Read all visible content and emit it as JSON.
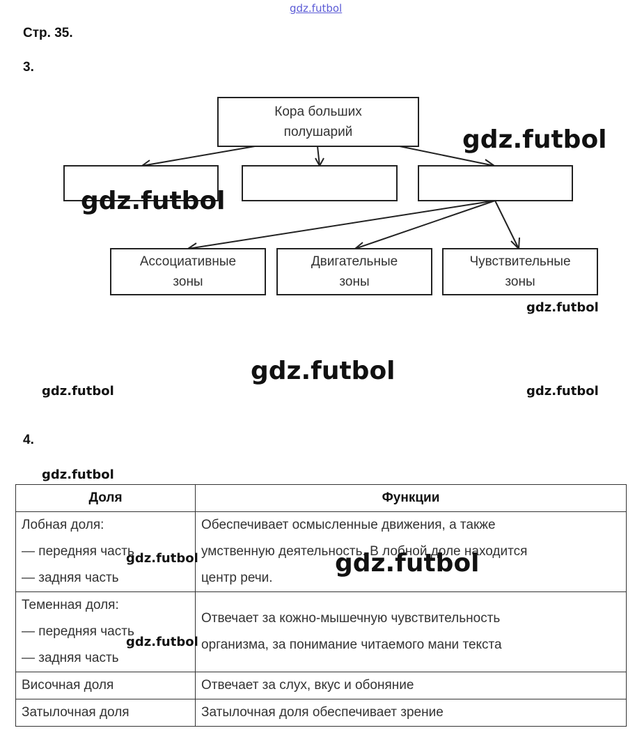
{
  "watermark": "gdz.futbol",
  "page_label": "Стр. 35.",
  "task3": {
    "number": "3.",
    "root": [
      "Кора больших",
      "полушарий"
    ],
    "zones": [
      [
        "Ассоциативные",
        "зоны"
      ],
      [
        "Двигательные",
        "зоны"
      ],
      [
        "Чувствительные",
        "зоны"
      ]
    ]
  },
  "task4": {
    "number": "4.",
    "headers": [
      "Доля",
      "Функции"
    ],
    "rows": [
      {
        "lobe": [
          "Лобная доля:",
          "— передняя часть",
          "— задняя часть"
        ],
        "function": [
          "Обеспечивает осмысленные движения, а также",
          "умственную деятельность. В лобной доле находится",
          "центр речи."
        ]
      },
      {
        "lobe": [
          "Теменная доля:",
          "— передняя часть",
          "— задняя часть"
        ],
        "function": [
          "Отвечает за кожно-мышечную чувствительность",
          "организма, за понимание читаемого мани текста"
        ]
      },
      {
        "lobe": [
          "Височная доля"
        ],
        "function": [
          "Отвечает за слух, вкус и обоняние"
        ]
      },
      {
        "lobe": [
          "Затылочная доля"
        ],
        "function": [
          "Затылочная доля обеспечивает зрение"
        ]
      }
    ]
  }
}
